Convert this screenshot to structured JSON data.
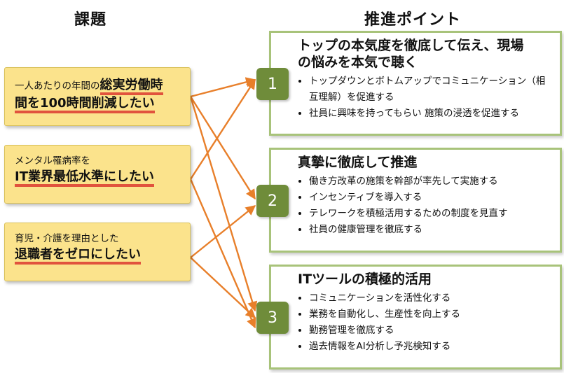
{
  "headers": {
    "issues": "課題",
    "points": "推進ポイント"
  },
  "issues": [
    {
      "line1_pre": "一人あたりの年間の",
      "line1_bold": "総実労働時",
      "line2": "間を100時間削減したい"
    },
    {
      "line1": "メンタル罹病率を",
      "line2": "IT業界最低水準にしたい"
    },
    {
      "line1": "育児・介護を理由とした",
      "line2": "退職者をゼロにしたい"
    }
  ],
  "points": [
    {
      "num": "1",
      "title_line1": "トップの本気度を徹底して伝え、現場",
      "title_line2": "の悩みを本気で聴く",
      "bullets": [
        "トップダウンとボトムアップでコミュニケーション（相互理解）を促進する",
        "社員に興味を持ってもらい 施策の浸透を促進する"
      ]
    },
    {
      "num": "2",
      "title_line1": "真摯に徹底して推進",
      "bullets": [
        "働き方改革の施策を幹部が率先して実施する",
        "インセンティブを導入する",
        "テレワークを積極活用するための制度を見直す",
        "社員の健康管理を徹底する"
      ]
    },
    {
      "num": "3",
      "title_line1": "ITツールの積極的活用",
      "bullets": [
        "コミュニケーションを活性化する",
        "業務を自動化し、生産性を向上する",
        "勤務管理を徹底する",
        "過去情報をAI分析し予兆検知する"
      ]
    }
  ],
  "colors": {
    "arrow": "#e87f2a",
    "badge": "#6f8c3a",
    "border": "#a8c37a",
    "issue_bg": "#fbe38c",
    "highlight": "#e1533d"
  }
}
